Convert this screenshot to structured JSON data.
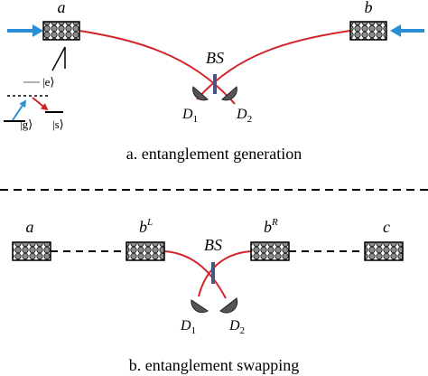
{
  "diagram": {
    "part_a": {
      "caption": "a. entanglement generation",
      "ensemble_left_label": "a",
      "ensemble_right_label": "b",
      "beam_splitter_label": "BS",
      "detector_1": {
        "letter": "D",
        "sub": "1"
      },
      "detector_2": {
        "letter": "D",
        "sub": "2"
      },
      "level_scheme": {
        "excited": "|e⟩",
        "ground": "|g⟩",
        "storage": "|s⟩"
      }
    },
    "part_b": {
      "caption": "b. entanglement swapping",
      "ensemble_a_label": "a",
      "ensemble_bL": {
        "letter": "b",
        "sup": "L"
      },
      "ensemble_bR": {
        "letter": "b",
        "sup": "R"
      },
      "ensemble_c_label": "c",
      "beam_splitter_label": "BS",
      "detector_1": {
        "letter": "D",
        "sub": "1"
      },
      "detector_2": {
        "letter": "D",
        "sub": "2"
      }
    },
    "colors": {
      "photon_path": "#d2232a",
      "pump_beam": "#2a8fd6",
      "spontaneous_arrow": "#d2232a",
      "beam_splitter": "#4a5480",
      "detector_fill": "#555555",
      "level_line_excited": "#b0b0b0",
      "divider": "#000000"
    }
  }
}
